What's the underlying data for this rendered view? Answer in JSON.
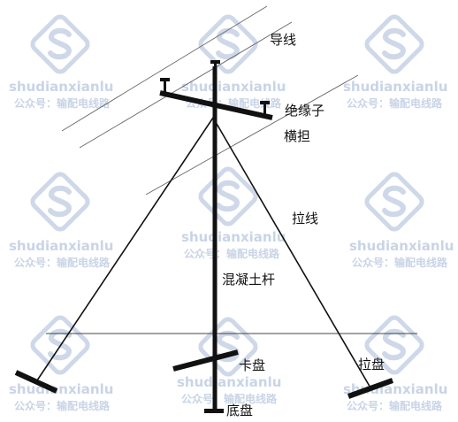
{
  "labels": {
    "conductor": "导线",
    "insulator": "绝缘子",
    "crossarm": "横担",
    "guy_wire": "拉线",
    "concrete_pole": "混凝土杆",
    "chuck_plate": "卡盘",
    "anchor_plate": "拉盘",
    "base_plate": "底盘"
  },
  "watermark": {
    "brand": "shudianxianlu",
    "account": "公众号：输配电线路"
  },
  "colors": {
    "line": "#111111",
    "watermark": "#c9d4e6"
  }
}
